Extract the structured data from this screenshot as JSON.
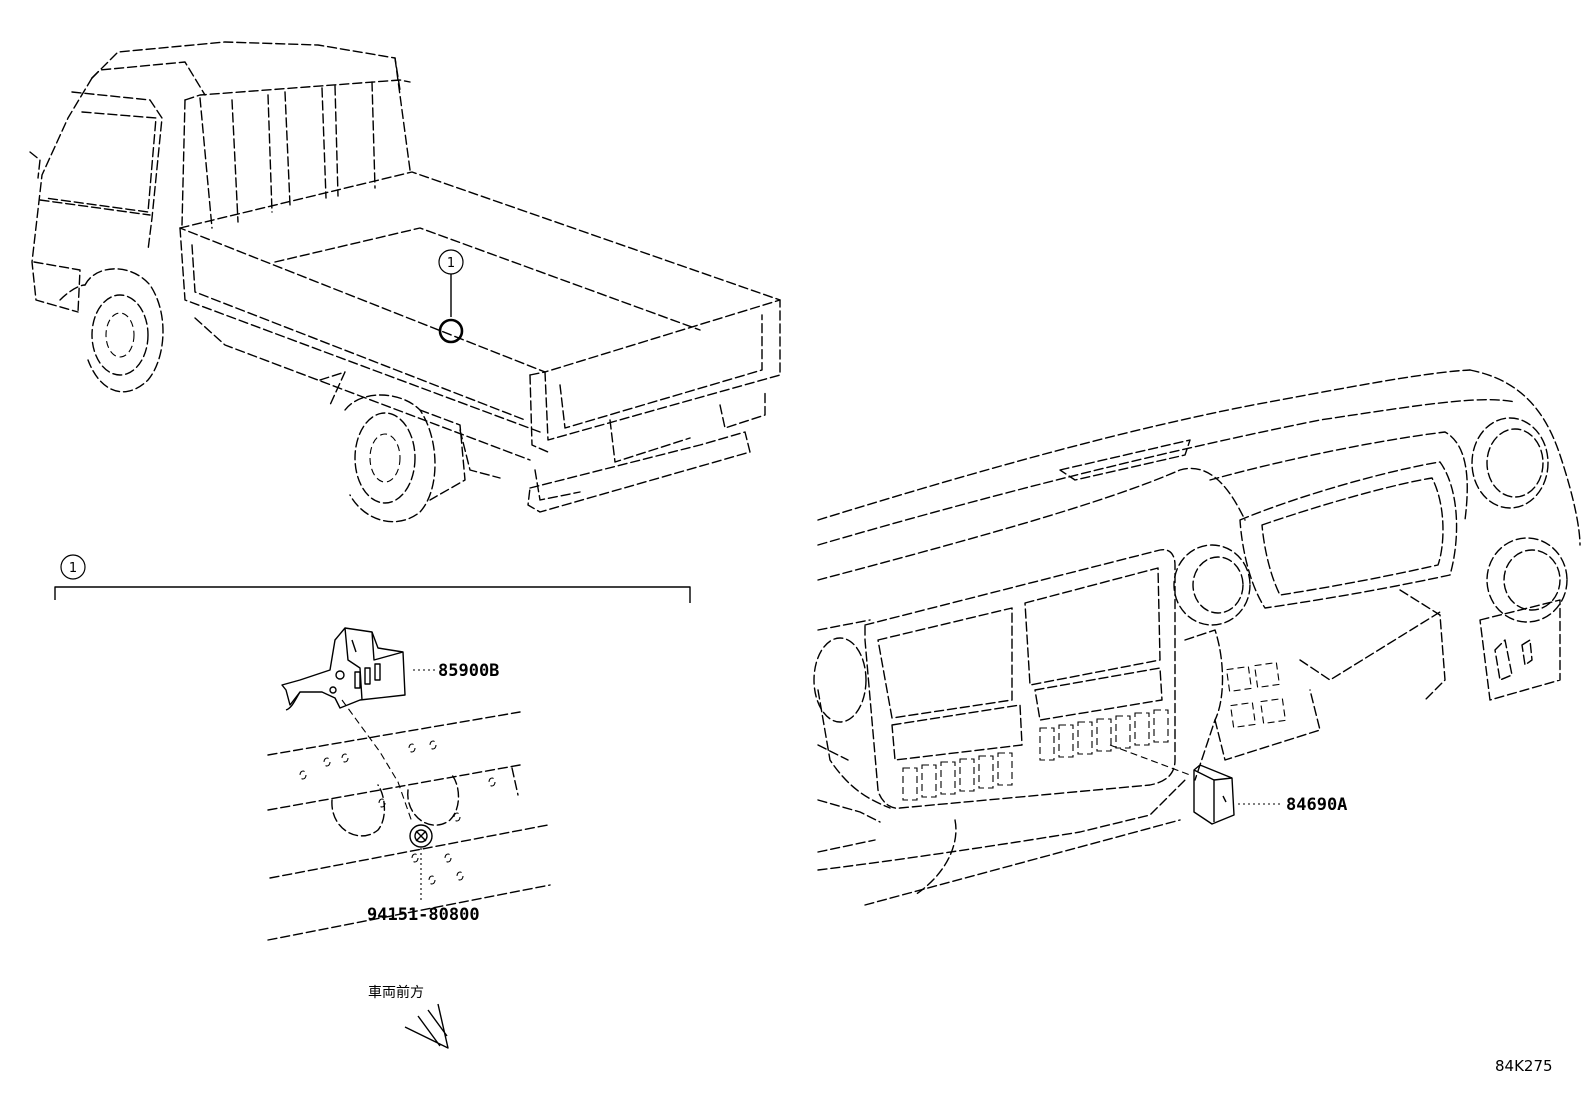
{
  "callout": {
    "number": "1"
  },
  "parts": {
    "buzzer": "85900B",
    "bolt": "94151-80800",
    "switch": "84690A"
  },
  "direction": {
    "label": "車両前方"
  },
  "figure_code": "84K275"
}
